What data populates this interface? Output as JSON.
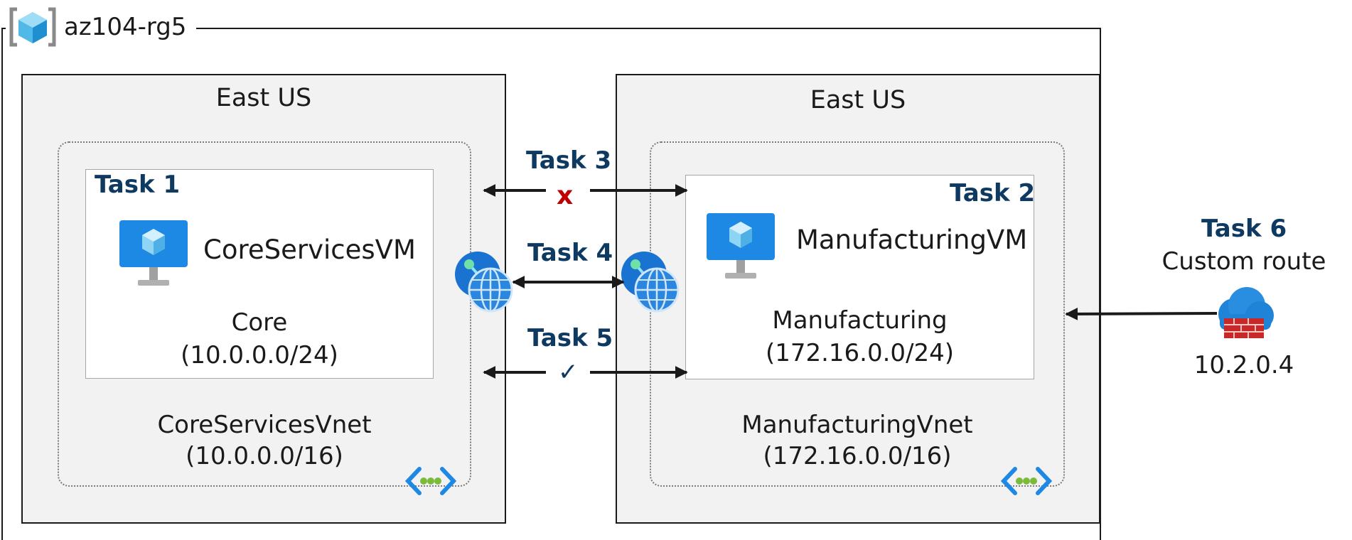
{
  "resource_group": {
    "name": "az104-rg5",
    "icon": "resource-group-icon"
  },
  "left_region": {
    "title": "East US",
    "task": "Task 1",
    "vm_name": "CoreServicesVM",
    "subnet_name": "Core",
    "subnet_cidr": "(10.0.0.0/24)",
    "vnet_name": "CoreServicesVnet",
    "vnet_cidr": "(10.0.0.0/16)"
  },
  "right_region": {
    "title": "East US",
    "task": "Task 2",
    "vm_name": "ManufacturingVM",
    "subnet_name": "Manufacturing",
    "subnet_cidr": "(172.16.0.0/24)",
    "vnet_name": "ManufacturingVnet",
    "vnet_cidr": "(172.16.0.0/16)"
  },
  "connections": {
    "task3": {
      "label": "Task 3",
      "marker": "x"
    },
    "task4": {
      "label": "Task 4"
    },
    "task5": {
      "label": "Task 5",
      "marker": "✓"
    }
  },
  "custom_route": {
    "task": "Task 6",
    "label": "Custom route",
    "ip": "10.2.0.4"
  },
  "colors": {
    "task_text": "#0e3a62",
    "region_bg": "#f2f2f2",
    "x_mark": "#c00000",
    "check_mark": "#0e3a62",
    "azure_blue": "#0078d4",
    "firewall_red": "#c82828"
  }
}
